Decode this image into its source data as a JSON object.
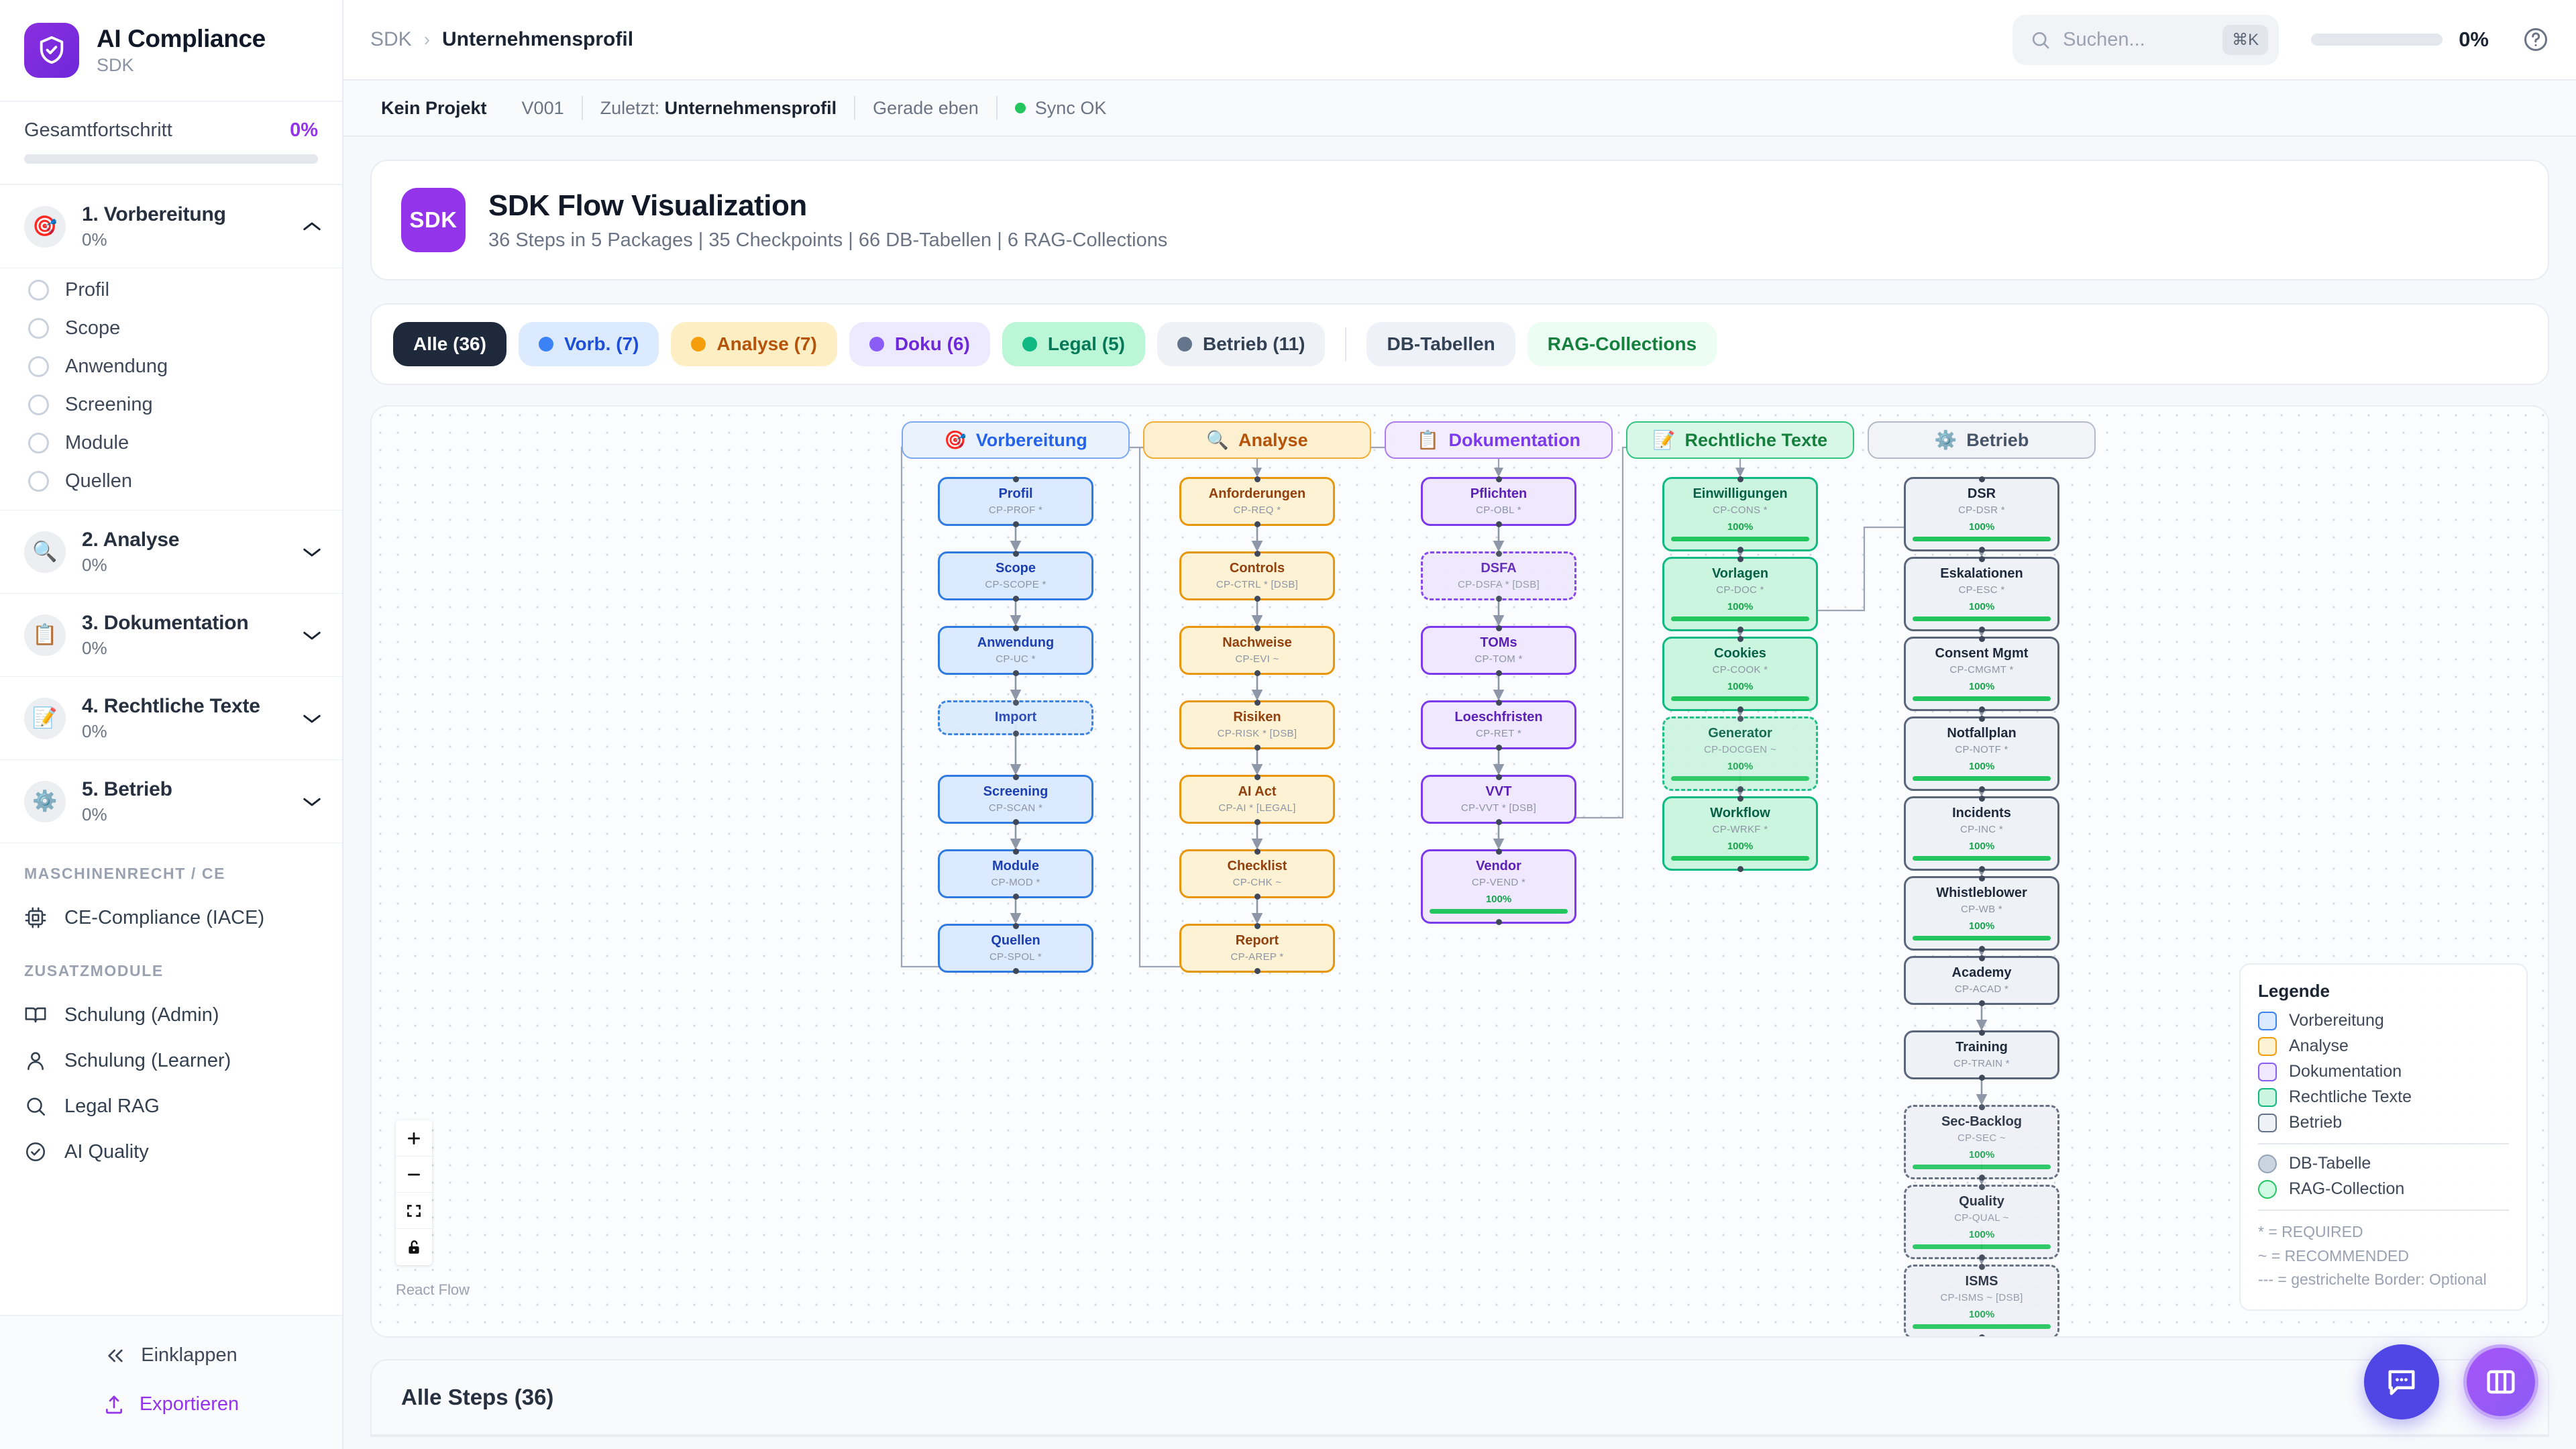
{
  "brand": {
    "title": "AI Compliance",
    "subtitle": "SDK",
    "logo_icon": "shield-check-icon",
    "accent": "#9333ea"
  },
  "overall": {
    "label": "Gesamtfortschritt",
    "value": "0%",
    "percent": 0
  },
  "sidebar": {
    "phases": [
      {
        "emoji": "🎯",
        "name": "1. Vorbereitung",
        "pct": "0%",
        "expanded": true,
        "items": [
          "Profil",
          "Scope",
          "Anwendung",
          "Screening",
          "Module",
          "Quellen"
        ]
      },
      {
        "emoji": "🔍",
        "name": "2. Analyse",
        "pct": "0%",
        "expanded": false,
        "items": []
      },
      {
        "emoji": "📋",
        "name": "3. Dokumentation",
        "pct": "0%",
        "expanded": false,
        "items": []
      },
      {
        "emoji": "📝",
        "name": "4. Rechtliche Texte",
        "pct": "0%",
        "expanded": false,
        "items": []
      },
      {
        "emoji": "⚙️",
        "name": "5. Betrieb",
        "pct": "0%",
        "expanded": false,
        "items": []
      }
    ],
    "section_machine": {
      "heading": "MASCHINENRECHT / CE",
      "items": [
        {
          "icon": "chip-icon",
          "label": "CE-Compliance (IACE)"
        }
      ]
    },
    "section_extra": {
      "heading": "ZUSATZMODULE",
      "items": [
        {
          "icon": "book-icon",
          "label": "Schulung (Admin)"
        },
        {
          "icon": "user-icon",
          "label": "Schulung (Learner)"
        },
        {
          "icon": "search-icon",
          "label": "Legal RAG"
        },
        {
          "icon": "check-circle-icon",
          "label": "AI Quality"
        }
      ]
    },
    "footer": {
      "collapse_label": "Einklappen",
      "export_label": "Exportieren"
    }
  },
  "topbar": {
    "breadcrumb_root": "SDK",
    "breadcrumb_sep": "›",
    "breadcrumb_current": "Unternehmensprofil",
    "search_placeholder": "Suchen...",
    "search_kbd": "⌘K",
    "progress_value": "0%",
    "help_icon": "help-circle-icon"
  },
  "metabar": {
    "project": "Kein Projekt",
    "version": "V001",
    "last": "Zuletzt: Unternehmensprofil",
    "last_prefix": "Zuletzt: ",
    "last_value": "Unternehmensprofil",
    "time": "Gerade eben",
    "sync": "Sync OK",
    "sync_color": "#22c55e"
  },
  "hero": {
    "badge": "SDK",
    "title": "SDK Flow Visualization",
    "subtitle": "36 Steps in 5 Packages | 35 Checkpoints | 66 DB-Tabellen | 6 RAG-Collections"
  },
  "filters": [
    {
      "label": "Alle (36)",
      "dot": null,
      "bg": "#1e293b",
      "fg": "#ffffff",
      "active": true
    },
    {
      "label": "Vorb. (7)",
      "dot": "#3b82f6",
      "bg": "#dbeafe",
      "fg": "#1d4ed8",
      "active": false
    },
    {
      "label": "Analyse (7)",
      "dot": "#f59e0b",
      "bg": "#fdeec3",
      "fg": "#b45309",
      "active": false
    },
    {
      "label": "Doku (6)",
      "dot": "#8b5cf6",
      "bg": "#ede9fe",
      "fg": "#6d28d9",
      "active": false
    },
    {
      "label": "Legal (5)",
      "dot": "#10b981",
      "bg": "#bbf7d7",
      "fg": "#047857",
      "active": false
    },
    {
      "label": "Betrieb (11)",
      "dot": "#64748b",
      "bg": "#eef1f6",
      "fg": "#334155",
      "active": false
    },
    {
      "label": "DB-Tabellen",
      "dot": null,
      "bg": "#eef2f8",
      "fg": "#334155",
      "active": false,
      "after_sep": false
    },
    {
      "label": "RAG-Collections",
      "dot": null,
      "bg": "#ecfdf3",
      "fg": "#15803d",
      "active": false
    }
  ],
  "flow": {
    "lanes": [
      {
        "emoji": "🎯",
        "label": "Vorbereitung",
        "bg": "#eaf2fe",
        "border": "#7eaaf0",
        "fg": "#2563eb"
      },
      {
        "emoji": "🔍",
        "label": "Analyse",
        "bg": "#fdf0d0",
        "border": "#f0ad34",
        "fg": "#b45309"
      },
      {
        "emoji": "📋",
        "label": "Dokumentation",
        "bg": "#f3ecfe",
        "border": "#a97df0",
        "fg": "#7c3aed"
      },
      {
        "emoji": "📝",
        "label": "Rechtliche Texte",
        "bg": "#d8f7e6",
        "border": "#34c480",
        "fg": "#15803d"
      },
      {
        "emoji": "⚙️",
        "label": "Betrieb",
        "bg": "#f1f3f7",
        "border": "#b4bcc9",
        "fg": "#475569"
      }
    ],
    "columns": [
      {
        "key": "vorbereitung",
        "bg": "#dbeafe",
        "border": "#2f7be0",
        "fg": "#1e40af",
        "nodes": [
          {
            "title": "Profil",
            "code": "CP-PROF *",
            "dashed": false,
            "pct": null
          },
          {
            "title": "Scope",
            "code": "CP-SCOPE *",
            "dashed": false,
            "pct": null
          },
          {
            "title": "Anwendung",
            "code": "CP-UC *",
            "dashed": false,
            "pct": null
          },
          {
            "title": "Import",
            "code": "",
            "dashed": true,
            "pct": null
          },
          {
            "title": "Screening",
            "code": "CP-SCAN *",
            "dashed": false,
            "pct": null
          },
          {
            "title": "Module",
            "code": "CP-MOD *",
            "dashed": false,
            "pct": null
          },
          {
            "title": "Quellen",
            "code": "CP-SPOL *",
            "dashed": false,
            "pct": null
          }
        ]
      },
      {
        "key": "analyse",
        "bg": "#fdf2d4",
        "border": "#e8960c",
        "fg": "#92400e",
        "nodes": [
          {
            "title": "Anforderungen",
            "code": "CP-REQ *",
            "dashed": false,
            "pct": null
          },
          {
            "title": "Controls",
            "code": "CP-CTRL * [DSB]",
            "dashed": false,
            "pct": null
          },
          {
            "title": "Nachweise",
            "code": "CP-EVI ~",
            "dashed": false,
            "pct": null
          },
          {
            "title": "Risiken",
            "code": "CP-RISK * [DSB]",
            "dashed": false,
            "pct": null
          },
          {
            "title": "AI Act",
            "code": "CP-AI * [LEGAL]",
            "dashed": false,
            "pct": null
          },
          {
            "title": "Checklist",
            "code": "CP-CHK ~",
            "dashed": false,
            "pct": null
          },
          {
            "title": "Report",
            "code": "CP-AREP *",
            "dashed": false,
            "pct": null
          }
        ]
      },
      {
        "key": "dokumentation",
        "bg": "#efe8fe",
        "border": "#7c3aed",
        "fg": "#5b21b6",
        "nodes": [
          {
            "title": "Pflichten",
            "code": "CP-OBL *",
            "dashed": false,
            "pct": null
          },
          {
            "title": "DSFA",
            "code": "CP-DSFA * [DSB]",
            "dashed": true,
            "pct": null
          },
          {
            "title": "TOMs",
            "code": "CP-TOM *",
            "dashed": false,
            "pct": null
          },
          {
            "title": "Loeschfristen",
            "code": "CP-RET *",
            "dashed": false,
            "pct": null
          },
          {
            "title": "VVT",
            "code": "CP-VVT * [DSB]",
            "dashed": false,
            "pct": null
          },
          {
            "title": "Vendor",
            "code": "CP-VEND *",
            "dashed": false,
            "pct": "100%"
          }
        ]
      },
      {
        "key": "rechtliche",
        "bg": "#ccf5e0",
        "border": "#10b981",
        "fg": "#065f46",
        "nodes": [
          {
            "title": "Einwilligungen",
            "code": "CP-CONS *",
            "dashed": false,
            "pct": "100%"
          },
          {
            "title": "Vorlagen",
            "code": "CP-DOC *",
            "dashed": false,
            "pct": "100%"
          },
          {
            "title": "Cookies",
            "code": "CP-COOK *",
            "dashed": false,
            "pct": "100%"
          },
          {
            "title": "Generator",
            "code": "CP-DOCGEN ~",
            "dashed": true,
            "pct": "100%"
          },
          {
            "title": "Workflow",
            "code": "CP-WRKF *",
            "dashed": false,
            "pct": "100%"
          }
        ]
      },
      {
        "key": "betrieb",
        "bg": "#eef1f6",
        "border": "#5a6679",
        "fg": "#1e293b",
        "nodes": [
          {
            "title": "DSR",
            "code": "CP-DSR *",
            "dashed": false,
            "pct": "100%"
          },
          {
            "title": "Eskalationen",
            "code": "CP-ESC *",
            "dashed": false,
            "pct": "100%"
          },
          {
            "title": "Consent Mgmt",
            "code": "CP-CMGMT *",
            "dashed": false,
            "pct": "100%"
          },
          {
            "title": "Notfallplan",
            "code": "CP-NOTF *",
            "dashed": false,
            "pct": "100%"
          },
          {
            "title": "Incidents",
            "code": "CP-INC *",
            "dashed": false,
            "pct": "100%"
          },
          {
            "title": "Whistleblower",
            "code": "CP-WB *",
            "dashed": false,
            "pct": "100%"
          },
          {
            "title": "Academy",
            "code": "CP-ACAD *",
            "dashed": false,
            "pct": null
          },
          {
            "title": "Training",
            "code": "CP-TRAIN *",
            "dashed": false,
            "pct": null
          },
          {
            "title": "Sec-Backlog",
            "code": "CP-SEC ~",
            "dashed": true,
            "pct": "100%"
          },
          {
            "title": "Quality",
            "code": "CP-QUAL ~",
            "dashed": true,
            "pct": "100%"
          },
          {
            "title": "ISMS",
            "code": "CP-ISMS ~ [DSB]",
            "dashed": true,
            "pct": "100%"
          }
        ]
      }
    ],
    "legend": {
      "heading": "Legende",
      "packages": [
        {
          "label": "Vorbereitung",
          "bg": "#dbeafe",
          "border": "#3b82f6"
        },
        {
          "label": "Analyse",
          "bg": "#fdf2d4",
          "border": "#f59e0b"
        },
        {
          "label": "Dokumentation",
          "bg": "#efe8fe",
          "border": "#8b5cf6"
        },
        {
          "label": "Rechtliche Texte",
          "bg": "#ccf5e0",
          "border": "#10b981"
        },
        {
          "label": "Betrieb",
          "bg": "#eef1f6",
          "border": "#64748b"
        }
      ],
      "types": [
        {
          "label": "DB-Tabelle",
          "bg": "#cbd5e1",
          "border": "#94a3b8"
        },
        {
          "label": "RAG-Collection",
          "bg": "#d1fae5",
          "border": "#22c55e"
        }
      ],
      "notes": [
        "* = REQUIRED",
        "~ = RECOMMENDED",
        "--- = gestrichelte Border: Optional"
      ]
    },
    "controls": {
      "zoom_in": "+",
      "zoom_out": "−",
      "fit": "fit-view-icon",
      "lock": "lock-icon"
    },
    "attribution": "React Flow"
  },
  "bottom": {
    "title": "Alle Steps (36)"
  },
  "fabs": [
    {
      "name": "chat-fab",
      "icon": "chat-icon"
    },
    {
      "name": "panel-fab",
      "icon": "columns-icon"
    }
  ]
}
